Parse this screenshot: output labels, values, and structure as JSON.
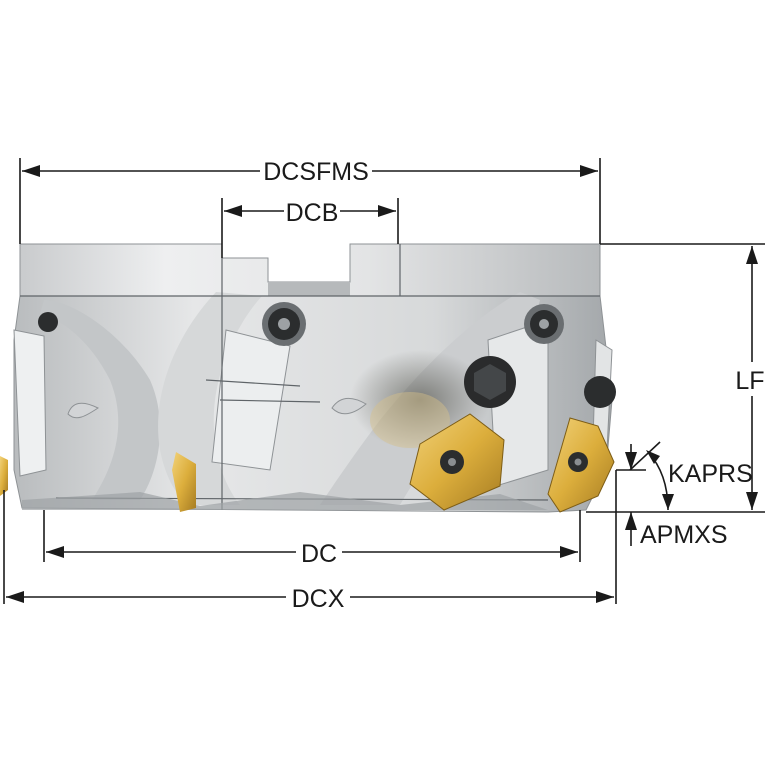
{
  "dimensions": {
    "dcsfms": "DCSFMS",
    "dcb": "DCB",
    "lf": "LF",
    "kaprs": "KAPRS",
    "apmxs": "APMXS",
    "dc": "DC",
    "dcx": "DCX"
  },
  "colors": {
    "body_light": "#e9eaeb",
    "body_mid": "#cfd1d3",
    "body_dark": "#a9adb0",
    "insert_gold": "#e2b544",
    "insert_dark": "#9a7420",
    "screw_dark": "#222222",
    "dimension_line": "#1a1a1a"
  },
  "icons": [
    "torx-screw-icon",
    "hex-screw-icon"
  ]
}
